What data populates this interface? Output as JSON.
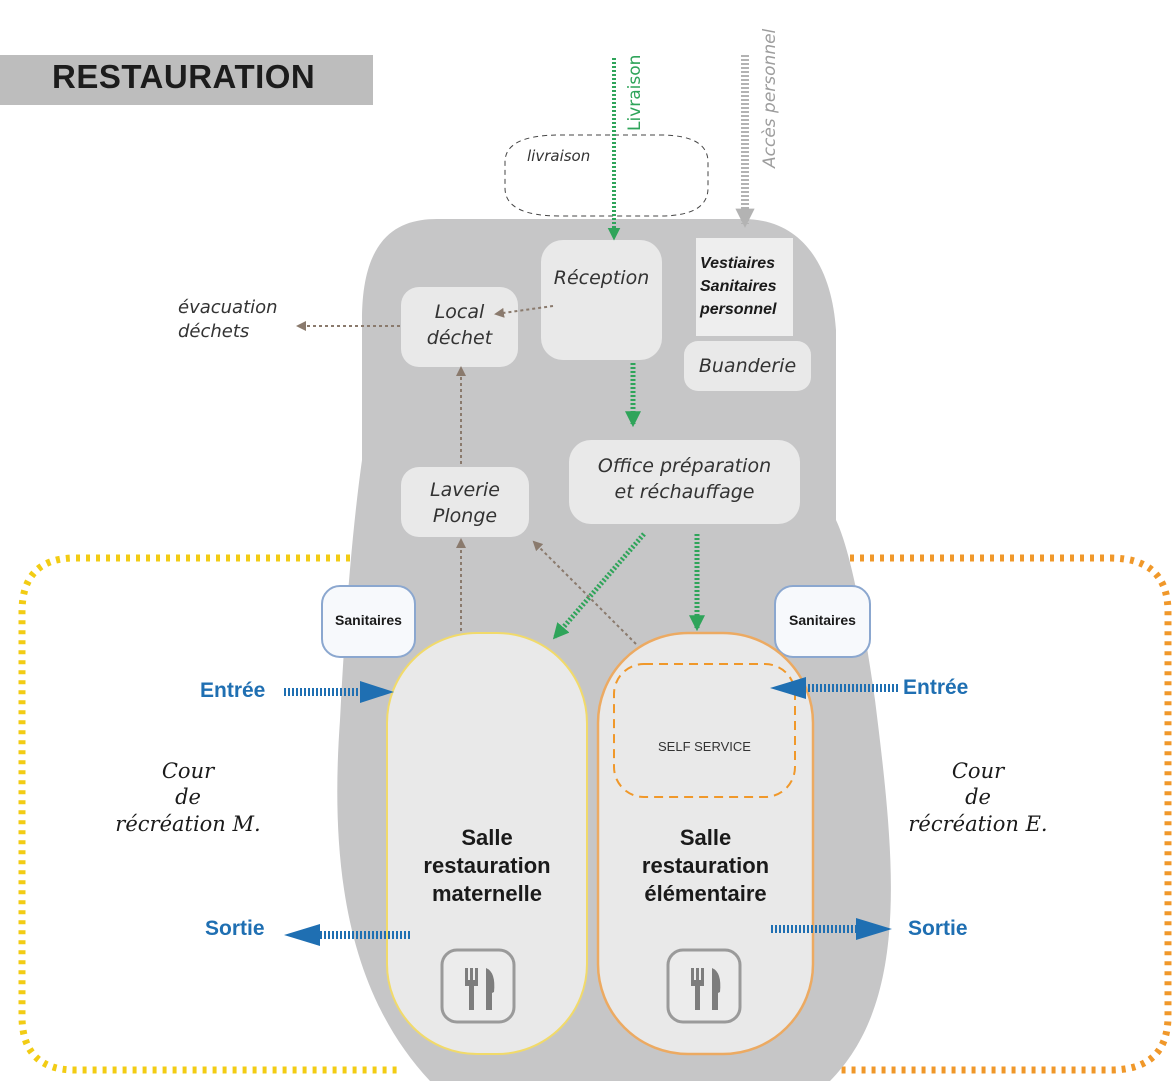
{
  "title": "RESTAURATION",
  "arrows": {
    "livraison": "Livraison",
    "acces_personnel": "Accès personnel"
  },
  "rooms": {
    "livraison_zone": "livraison",
    "reception": "Réception",
    "local_dechet": [
      "Local",
      "déchet"
    ],
    "evacuation_dechets": [
      "évacuation",
      "déchets"
    ],
    "vestiaires": [
      "Vestiaires",
      "Sanitaires",
      "personnel"
    ],
    "buanderie": "Buanderie",
    "office": [
      "Office préparation",
      "et réchauffage"
    ],
    "laverie": [
      "Laverie",
      "Plonge"
    ],
    "self_service": "SELF SERVICE",
    "sanitaires_left": "Sanitaires",
    "sanitaires_right": "Sanitaires"
  },
  "halls": {
    "maternelle": [
      "Salle",
      "restauration",
      "maternelle"
    ],
    "elementaire": [
      "Salle",
      "restauration",
      "élémentaire"
    ]
  },
  "flows": {
    "entree_left": "Entrée",
    "entree_right": "Entrée",
    "sortie_left": "Sortie",
    "sortie_right": "Sortie"
  },
  "cours": {
    "maternelle": [
      "Cour",
      "de",
      "récréation M."
    ],
    "elementaire": [
      "Cour",
      "de",
      "récréation E."
    ]
  },
  "icons": {
    "cutlery": "cutlery-icon"
  },
  "colors": {
    "building": "#c6c6c7",
    "room": "#e9e9e9",
    "delivery_flow": "#2fa45a",
    "staff_flow": "#b3b3b3",
    "waste_flow": "#8a7a6d",
    "people_flow": "#1f6fb2",
    "maternelle_yard": "#f2cc14",
    "elementaire_yard": "#f0982a",
    "sanitaires_border": "#8ba7cf",
    "maternelle_hall_border": "#f1da6a",
    "elementaire_hall_border": "#ecaa62"
  }
}
